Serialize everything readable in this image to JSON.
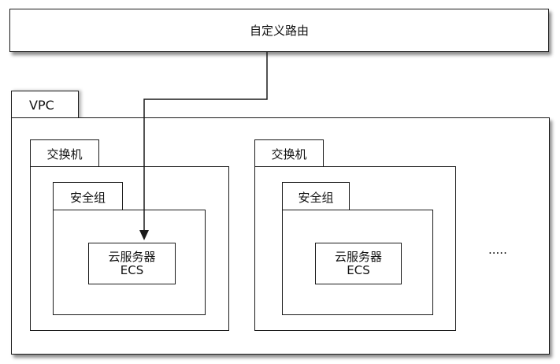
{
  "route": {
    "label": "自定义路由"
  },
  "vpc": {
    "label": "VPC"
  },
  "switches": [
    {
      "label": "交换机",
      "security_group": {
        "label": "安全组",
        "server": {
          "line1": "云服务器",
          "line2": "ECS"
        }
      }
    },
    {
      "label": "交换机",
      "security_group": {
        "label": "安全组",
        "server": {
          "line1": "云服务器",
          "line2": "ECS"
        }
      }
    }
  ],
  "more": {
    "label": "....."
  }
}
